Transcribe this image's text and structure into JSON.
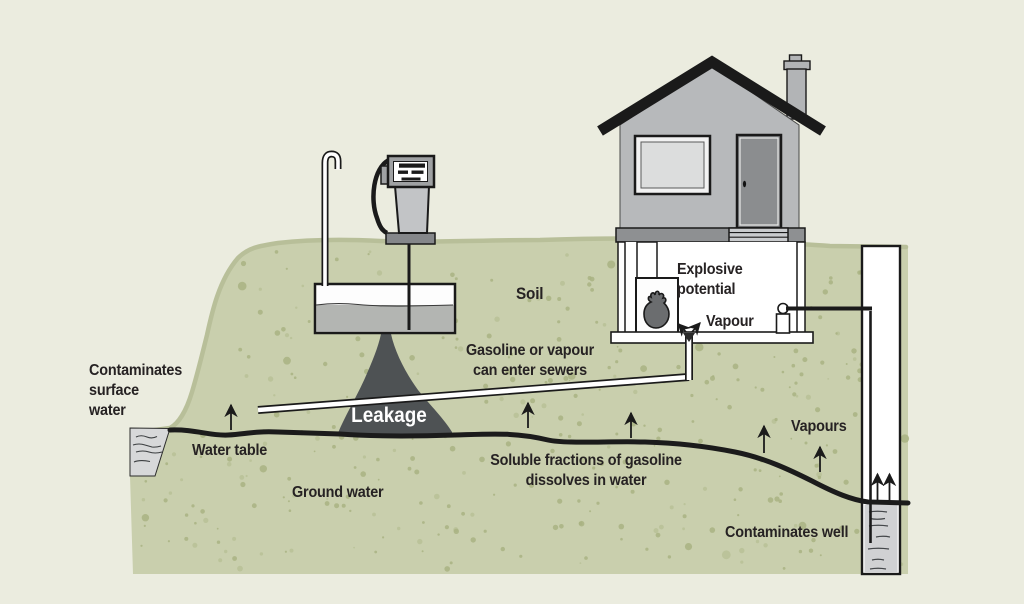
{
  "title": "Gasoline leakage groundwater contamination diagram",
  "labels": {
    "contaminates_surface_water": "Contaminates\nsurface\nwater",
    "water_table": "Water table",
    "ground_water": "Ground water",
    "soluble_fractions": "Soluble fractions of gasoline\ndissolves in water",
    "gasoline_sewers": "Gasoline or vapour\ncan enter sewers",
    "soil": "Soil",
    "leakage": "Leakage",
    "explosive_potential": "Explosive\npotential",
    "vapour": "Vapour",
    "vapours": "Vapours",
    "contaminates_well": "Contaminates well"
  },
  "colors": {
    "background": "#ebecdf",
    "soil": "#c9cfad",
    "soil_speckle": "#a9b382",
    "soil_speckle_light": "#b9c196",
    "topsoil_edge": "#b8bf99",
    "water_table_line": "#1b1b1b",
    "leakage_plume": "#4e5254",
    "surface_water": "#d7d8d9",
    "well_water": "#d0d1d3",
    "house_gray": "#b7b9bb",
    "door_gray": "#8b8d8f",
    "roof_black": "#1a1a1a",
    "text": "#262223",
    "leakage_text": "#ffffff"
  }
}
